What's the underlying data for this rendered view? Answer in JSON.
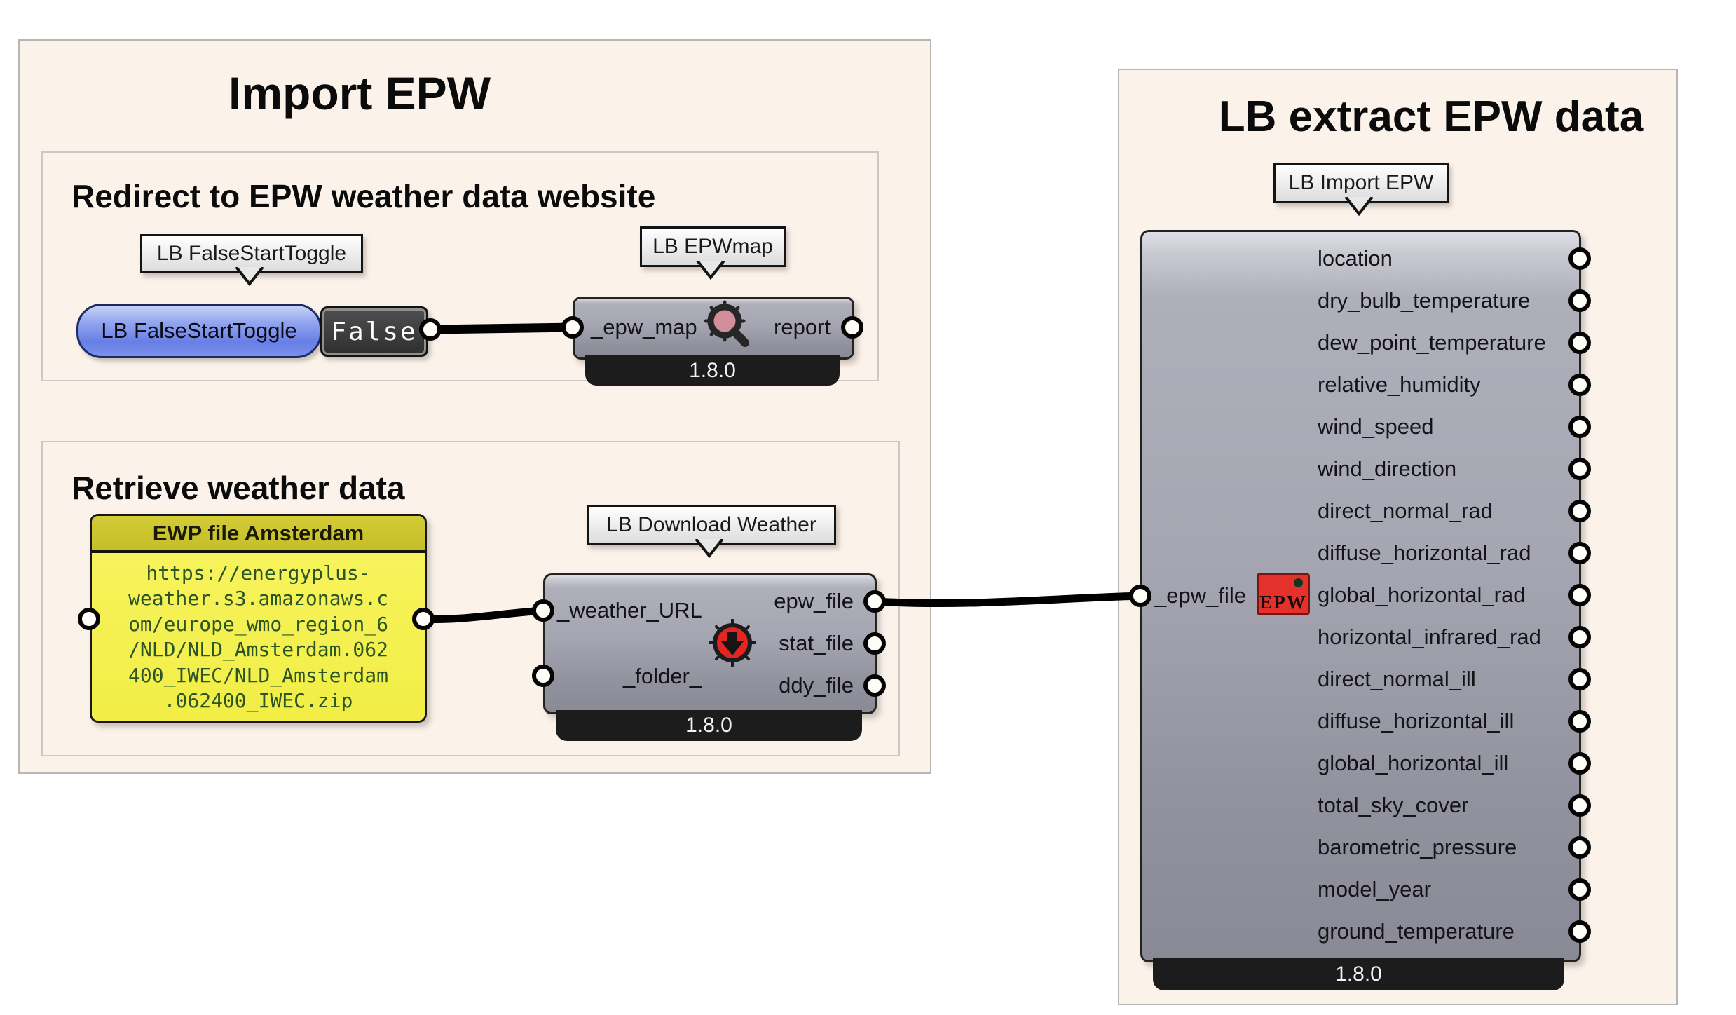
{
  "groups": {
    "import": {
      "title": "Import EPW"
    },
    "redirect": {
      "title": "Redirect to EPW weather data website"
    },
    "retrieve": {
      "title": "Retrieve weather data"
    },
    "extract": {
      "title": "LB extract EPW data"
    }
  },
  "tags": {
    "false_start_toggle": "LB FalseStartToggle",
    "epwmap": "LB EPWmap",
    "download_weather": "LB Download Weather",
    "import_epw": "LB Import EPW"
  },
  "toggle": {
    "label": "LB FalseStartToggle",
    "value": "False"
  },
  "epwmap": {
    "input": "_epw_map",
    "output": "report",
    "version": "1.8.0"
  },
  "panel": {
    "title": "EWP file Amsterdam",
    "url_lines": [
      "https://energyplus-",
      "weather.s3.amazonaws.c",
      "om/europe_wmo_region_6",
      "/NLD/NLD_Amsterdam.062",
      "400_IWEC/NLD_Amsterdam",
      ".062400_IWEC.zip"
    ]
  },
  "download": {
    "input_url": "_weather_URL",
    "input_folder": "_folder_",
    "out_epw": "epw_file",
    "out_stat": "stat_file",
    "out_ddy": "ddy_file",
    "version": "1.8.0"
  },
  "extract_comp": {
    "input": "_epw_file",
    "icon_text": "EPW",
    "version": "1.8.0",
    "outputs": [
      "location",
      "dry_bulb_temperature",
      "dew_point_temperature",
      "relative_humidity",
      "wind_speed",
      "wind_direction",
      "direct_normal_rad",
      "diffuse_horizontal_rad",
      "global_horizontal_rad",
      "horizontal_infrared_rad",
      "direct_normal_ill",
      "diffuse_horizontal_ill",
      "global_horizontal_ill",
      "total_sky_cover",
      "barometric_pressure",
      "model_year",
      "ground_temperature"
    ]
  },
  "colors": {
    "canvas_bg": "#FFFFFF",
    "group_bg": "#FBF2EA",
    "wire": "#000000",
    "toggle_blue": "#677FE6",
    "panel_yellow": "#F3EF4E",
    "panel_header_olive": "#CBC52F",
    "url_green": "#2B5526",
    "component_gray": "#A6A6B2",
    "footer_black": "#1C1C1C",
    "epw_icon_red": "#E5312B",
    "download_icon_red": "#E52520",
    "magnifier_lens_pink": "#D18F9B"
  }
}
